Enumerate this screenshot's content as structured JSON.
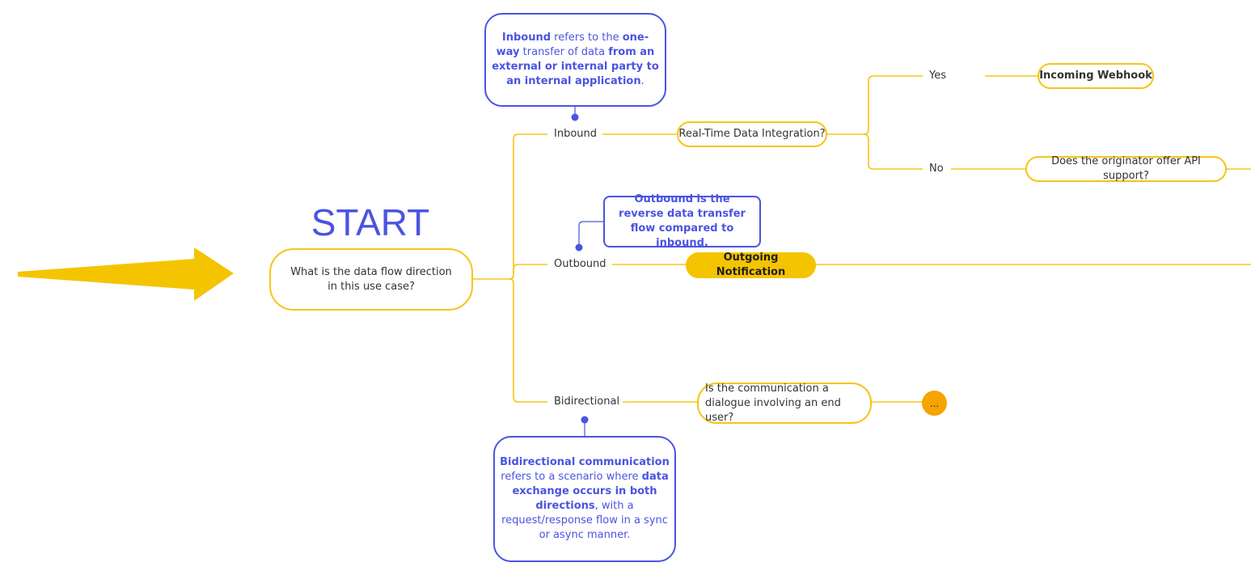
{
  "start": {
    "title": "START",
    "question": "What is the data flow direction in this use case?"
  },
  "branches": {
    "inbound": "Inbound",
    "outbound": "Outbound",
    "bidirectional": "Bidirectional"
  },
  "inbound": {
    "question": "Real-Time Data Integration?",
    "yes_label": "Yes",
    "no_label": "No",
    "yes_result": "Incoming Webhook",
    "no_question": "Does the originator offer API support?"
  },
  "outbound": {
    "result": "Outgoing Notification"
  },
  "bidirectional": {
    "question": "Is the communication a dialogue involving an end user?",
    "more": "..."
  },
  "notes": {
    "inbound": {
      "p1_bold": "Inbound",
      "p2": " refers to the ",
      "p3_bold": "one-way",
      "p4": " transfer of data ",
      "p5_bold": "from an external or internal party to an internal application",
      "p6": "."
    },
    "outbound": "Outbound is the reverse data transfer flow compared to inbound.",
    "bidirectional": {
      "p1_bold": "Bidirectional communication",
      "p2": " refers to a scenario where ",
      "p3_bold": "data exchange occurs in both directions",
      "p4": ", with a request/response flow in a sync or async manner."
    }
  },
  "colors": {
    "branch_line": "#f5c518",
    "accent_blue": "#4a54e1",
    "arrow": "#f5c400",
    "filled_node": "#f5c400",
    "more_dot": "#f5a400"
  }
}
